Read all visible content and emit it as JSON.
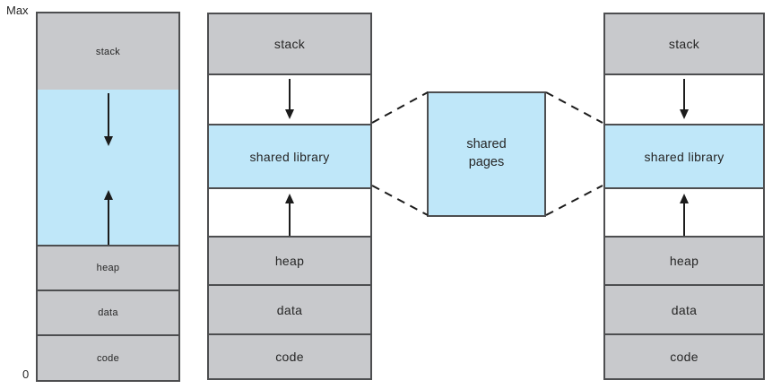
{
  "axis": {
    "max_label": "Max",
    "zero_label": "0"
  },
  "colors": {
    "segment_gray": "#c8c9cc",
    "segment_blue": "#bfe7f9",
    "border": "#4d4e50",
    "arrow": "#1c1c1c",
    "background": "#ffffff",
    "text": "#262626"
  },
  "left_process": {
    "stack_label": "stack",
    "heap_label": "heap",
    "data_label": "data",
    "code_label": "code"
  },
  "middle_process": {
    "stack_label": "stack",
    "shared_library_label": "shared library",
    "heap_label": "heap",
    "data_label": "data",
    "code_label": "code"
  },
  "right_process": {
    "stack_label": "stack",
    "shared_library_label": "shared library",
    "heap_label": "heap",
    "data_label": "data",
    "code_label": "code"
  },
  "shared_pages": {
    "label": "shared pages"
  },
  "icons": {
    "down_arrow": "↓",
    "up_arrow": "↑"
  }
}
